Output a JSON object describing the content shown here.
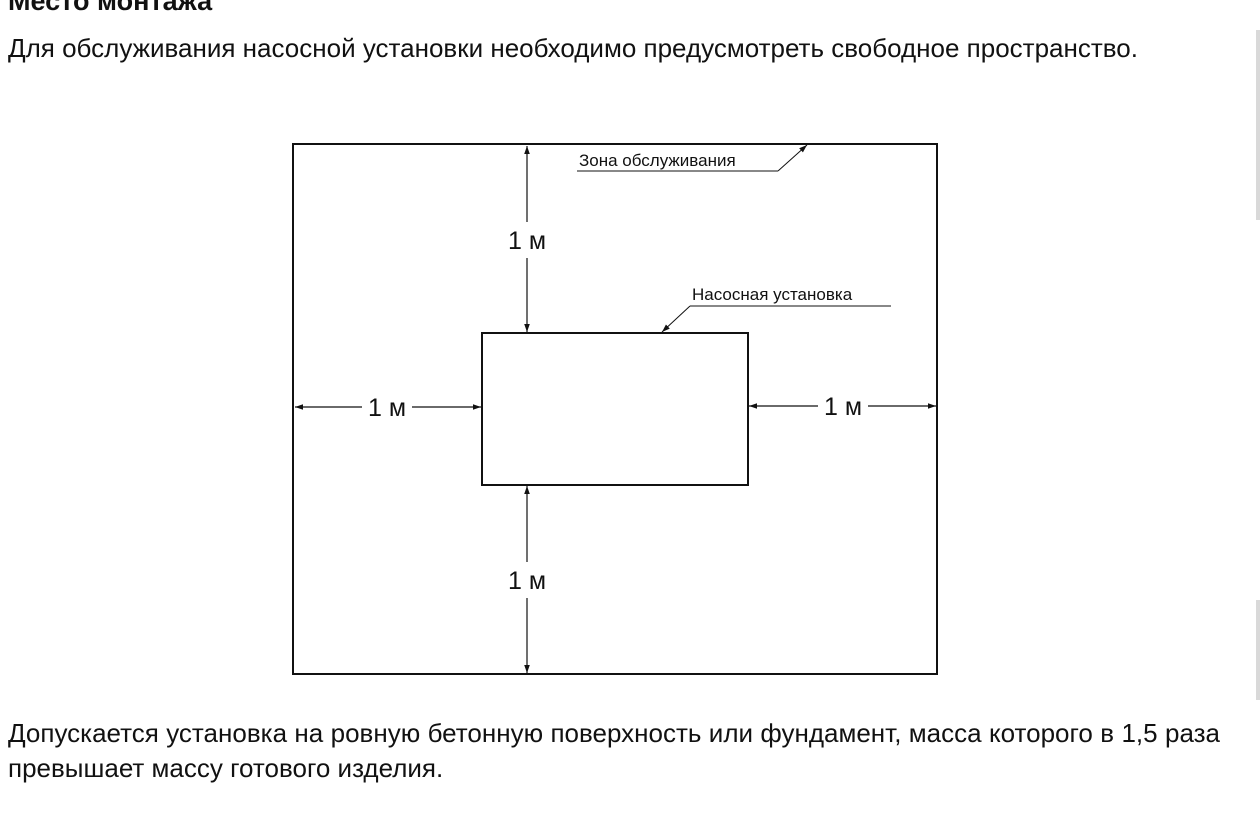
{
  "section": {
    "heading": "Место монтажа",
    "intro_text": "Для обслуживания насосной установки необходимо предусмотреть свободное пространство.",
    "footer_text": "Допускается установка на ровную бетонную поверхность или фундамент, масса которого в 1,5 раза превышает массу готового изделия."
  },
  "diagram": {
    "service_zone_label": "Зона обслуживания",
    "pump_unit_label": "Насосная установка",
    "clearances": {
      "top": "1 м",
      "bottom": "1 м",
      "left": "1 м",
      "right": "1 м"
    }
  }
}
